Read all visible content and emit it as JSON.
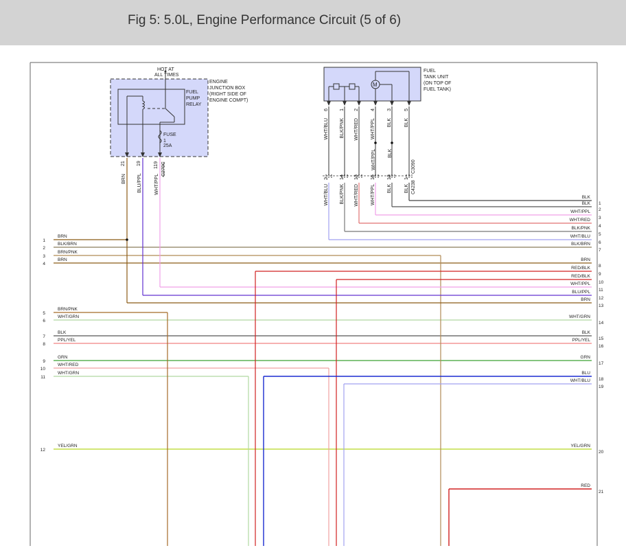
{
  "header": {
    "title": "Fig 5: 5.0L, Engine Performance Circuit (5 of 6)"
  },
  "junction_box": {
    "hot_label": [
      "HOT AT",
      "ALL TIMES"
    ],
    "title": [
      "ENGINE",
      "JUNCTION BOX",
      "(RIGHT SIDE OF",
      "ENGINE COMPT)"
    ],
    "relay_label": [
      "FUEL",
      "PUMP",
      "RELAY"
    ],
    "fuse_label": [
      "FUSE",
      "1",
      "25A"
    ],
    "pins": [
      {
        "pin": "21",
        "wire": "BRN"
      },
      {
        "pin": "19",
        "wire": "BLU/PPL"
      },
      {
        "pin": "119",
        "wire": "WHT/PPL"
      }
    ],
    "connector": "C270C"
  },
  "fuel_tank_unit": {
    "title": [
      "FUEL",
      "TANK UNIT",
      "(ON TOP OF",
      "FUEL TANK)"
    ],
    "motor": "M",
    "pins_top": [
      {
        "pin": "6",
        "wire": "WHT/BLU"
      },
      {
        "pin": "1",
        "wire": "BLK/PNK"
      },
      {
        "pin": "2",
        "wire": "WHT/RED"
      },
      {
        "pin": "4",
        "wire": "WHT/PPL"
      },
      {
        "pin": "3",
        "wire": "BLK"
      },
      {
        "pin": "5",
        "wire": "BLK"
      }
    ],
    "upper_connector": "C3090",
    "mid_labels": [
      "WHT/PPL",
      "BLK"
    ],
    "pins_bottom": [
      {
        "pin": "2",
        "wire": "WHT/BLU"
      },
      {
        "pin": "14",
        "wire": "BLK/PNK"
      },
      {
        "pin": "13",
        "wire": "WHT/RED"
      },
      {
        "pin": "15",
        "wire": "WHT/PPL"
      },
      {
        "pin": "12",
        "wire": "BLK"
      },
      {
        "pin": "1",
        "wire": "BLK"
      }
    ],
    "lower_connector": "C4238"
  },
  "left_wires": [
    {
      "num": "1",
      "label": "BRN",
      "color": "#8b5a14"
    },
    {
      "num": "2",
      "label": "BLK/BRN",
      "color": "#8b7d5a"
    },
    {
      "num": "3",
      "label": "BRN/PNK",
      "color": "#b08a55"
    },
    {
      "num": "4",
      "label": "BRN",
      "color": "#8b5a14"
    },
    {
      "num": "5",
      "label": "BRN/PNK",
      "color": "#a56a28"
    },
    {
      "num": "6",
      "label": "WHT/GRN",
      "color": "#b0d8a0"
    },
    {
      "num": "7",
      "label": "BLK",
      "color": "#555555"
    },
    {
      "num": "8",
      "label": "PPL/YEL",
      "color": "#f08080"
    },
    {
      "num": "9",
      "label": "GRN",
      "color": "#3aa030"
    },
    {
      "num": "10",
      "label": "WHT/RED",
      "color": "#f0a0a0"
    },
    {
      "num": "11",
      "label": "WHT/GRN",
      "color": "#b0d8a0"
    },
    {
      "num": "12",
      "label": "YEL/GRN",
      "color": "#b8d820"
    }
  ],
  "right_wires": [
    {
      "num": "1",
      "label": "BLK",
      "color": "#444444"
    },
    {
      "num": "2",
      "label": "BLK",
      "color": "#555555"
    },
    {
      "num": "3",
      "label": "WHT/PPL",
      "color": "#f0a0e8"
    },
    {
      "num": "4",
      "label": "WHT/RED",
      "color": "#e07070"
    },
    {
      "num": "5",
      "label": "BLK/PNK",
      "color": "#777777"
    },
    {
      "num": "6",
      "label": "WHT/BLU",
      "color": "#a0a0f0"
    },
    {
      "num": "7",
      "label": "BLK/BRN",
      "color": "#8b7d5a"
    },
    {
      "num": "8",
      "label": "BRN",
      "color": "#8b5a14"
    },
    {
      "num": "9",
      "label": "RED/BLK",
      "color": "#d02020"
    },
    {
      "num": "10",
      "label": "RED/BLK",
      "color": "#d02020"
    },
    {
      "num": "11",
      "label": "WHT/PPL",
      "color": "#f0a0e8"
    },
    {
      "num": "12",
      "label": "BLU/PPL",
      "color": "#6030d0"
    },
    {
      "num": "13",
      "label": "BRN",
      "color": "#8b5a14"
    },
    {
      "num": "14",
      "label": "WHT/GRN",
      "color": "#b0d8a0"
    },
    {
      "num": "15",
      "label": "BLK",
      "color": "#444444"
    },
    {
      "num": "16",
      "label": "PPL/YEL",
      "color": "#f08080"
    },
    {
      "num": "17",
      "label": "GRN",
      "color": "#3aa030"
    },
    {
      "num": "18",
      "label": "BLU",
      "color": "#1a2ad0"
    },
    {
      "num": "19",
      "label": "WHT/BLU",
      "color": "#a0a0f0"
    },
    {
      "num": "20",
      "label": "YEL/GRN",
      "color": "#b8d820"
    },
    {
      "num": "21",
      "label": "RED",
      "color": "#d02020"
    }
  ]
}
